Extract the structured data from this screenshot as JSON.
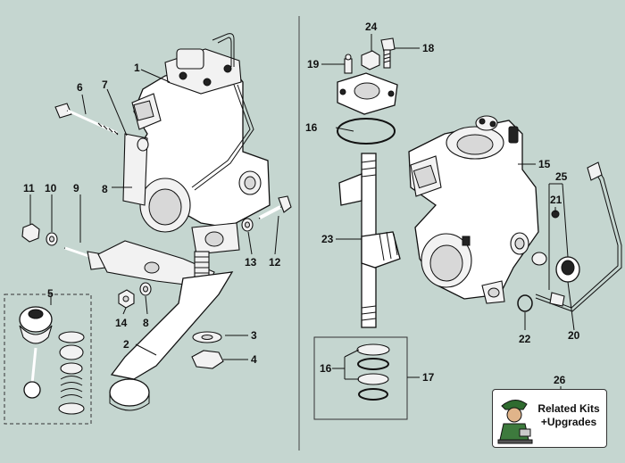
{
  "callouts": [
    {
      "id": "label-1",
      "text": "1"
    },
    {
      "id": "label-2",
      "text": "2"
    },
    {
      "id": "label-3",
      "text": "3"
    },
    {
      "id": "label-4",
      "text": "4"
    },
    {
      "id": "label-5",
      "text": "5"
    },
    {
      "id": "label-6",
      "text": "6"
    },
    {
      "id": "label-7",
      "text": "7"
    },
    {
      "id": "label-8a",
      "text": "8"
    },
    {
      "id": "label-8b",
      "text": "8"
    },
    {
      "id": "label-9",
      "text": "9"
    },
    {
      "id": "label-10",
      "text": "10"
    },
    {
      "id": "label-11",
      "text": "11"
    },
    {
      "id": "label-12",
      "text": "12"
    },
    {
      "id": "label-13",
      "text": "13"
    },
    {
      "id": "label-14",
      "text": "14"
    },
    {
      "id": "label-15",
      "text": "15"
    },
    {
      "id": "label-16a",
      "text": "16"
    },
    {
      "id": "label-16b",
      "text": "16"
    },
    {
      "id": "label-17",
      "text": "17"
    },
    {
      "id": "label-18",
      "text": "18"
    },
    {
      "id": "label-19",
      "text": "19"
    },
    {
      "id": "label-20",
      "text": "20"
    },
    {
      "id": "label-21",
      "text": "21"
    },
    {
      "id": "label-22",
      "text": "22"
    },
    {
      "id": "label-23",
      "text": "23"
    },
    {
      "id": "label-24",
      "text": "24"
    },
    {
      "id": "label-25",
      "text": "25"
    },
    {
      "id": "label-26",
      "text": "26"
    }
  ],
  "badge": {
    "line1": "Related Kits",
    "line2": "+Upgrades"
  },
  "colors": {
    "background": "#c5d6d0",
    "line": "#111111",
    "part_fill": "#ffffff"
  }
}
